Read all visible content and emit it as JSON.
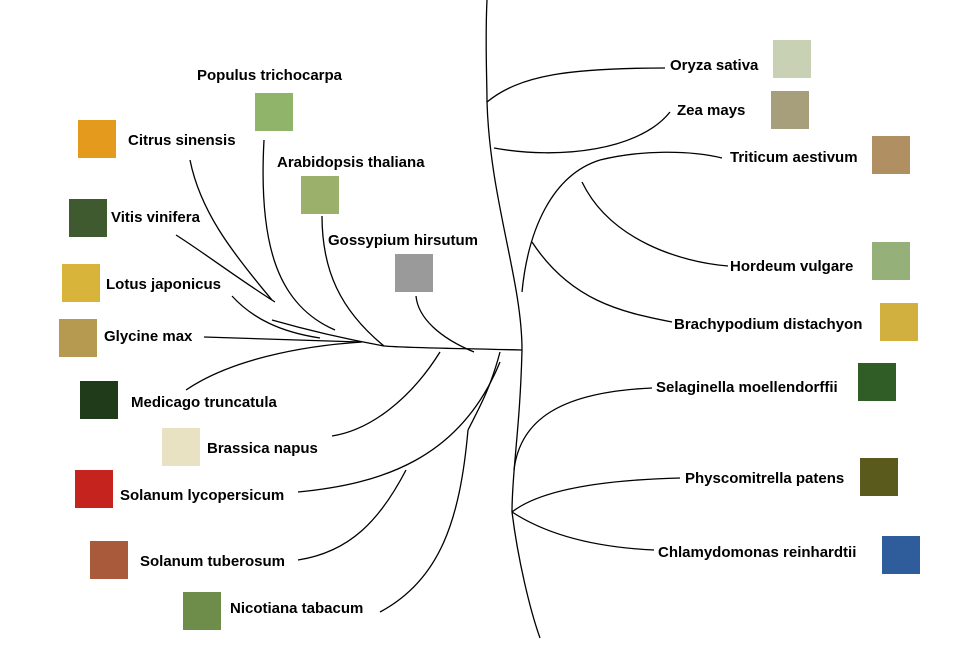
{
  "taxa": [
    {
      "key": "populus",
      "label": "Populus trichocarpa",
      "thumb_color": "#8fb46a"
    },
    {
      "key": "citrus",
      "label": "Citrus  sinensis",
      "thumb_color": "#e39a1d"
    },
    {
      "key": "arabidopsis",
      "label": "Arabidopsis thaliana",
      "thumb_color": "#9bb06b"
    },
    {
      "key": "vitis",
      "label": "Vitis vinifera",
      "thumb_color": "#3f5a2e"
    },
    {
      "key": "gossypium",
      "label": "Gossypium hirsutum",
      "thumb_color": "#9a9a9a"
    },
    {
      "key": "lotus",
      "label": "Lotus japonicus",
      "thumb_color": "#d9b43a"
    },
    {
      "key": "glycine",
      "label": "Glycine max",
      "thumb_color": "#b69a4f"
    },
    {
      "key": "medicago",
      "label": "Medicago truncatula",
      "thumb_color": "#1f3b1a"
    },
    {
      "key": "brassica",
      "label": "Brassica napus",
      "thumb_color": "#e8e2c2"
    },
    {
      "key": "solanum_lyc",
      "label": "Solanum lycopersicum",
      "thumb_color": "#c4241d"
    },
    {
      "key": "solanum_tub",
      "label": "Solanum tuberosum",
      "thumb_color": "#a85a3a"
    },
    {
      "key": "nicotiana",
      "label": "Nicotiana tabacum",
      "thumb_color": "#6f8d4a"
    },
    {
      "key": "oryza",
      "label": "Oryza sativa",
      "thumb_color": "#c9d1b4"
    },
    {
      "key": "zea",
      "label": "Zea mays",
      "thumb_color": "#a79f7c"
    },
    {
      "key": "triticum",
      "label": "Triticum aestivum",
      "thumb_color": "#b09062"
    },
    {
      "key": "hordeum",
      "label": "Hordeum vulgare",
      "thumb_color": "#96b07a"
    },
    {
      "key": "brachypodium",
      "label": "Brachypodium distachyon",
      "thumb_color": "#d1b03f"
    },
    {
      "key": "selaginella",
      "label": "Selaginella moellendorffii",
      "thumb_color": "#2f5d25"
    },
    {
      "key": "physcomitrella",
      "label": "Physcomitrella patens",
      "thumb_color": "#5a5a1d"
    },
    {
      "key": "chlamydomonas",
      "label": "Chlamydomonas reinhardtii",
      "thumb_color": "#2f5c9a"
    }
  ],
  "edge_color": "#000000"
}
